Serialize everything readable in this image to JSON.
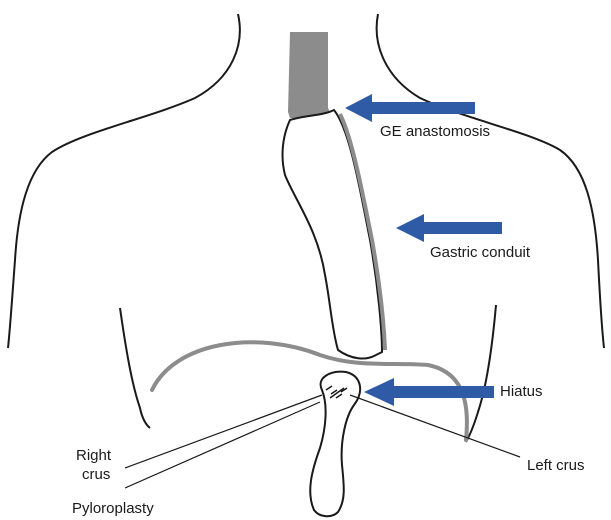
{
  "labels": {
    "ge_anastomosis": "GE anastomosis",
    "gastric_conduit": "Gastric conduit",
    "hiatus": "Hiatus",
    "right_crus_line1": "Right",
    "right_crus_line2": "crus",
    "left_crus": "Left crus",
    "pyloroplasty": "Pyloroplasty"
  },
  "colors": {
    "outline": "#1a1a1a",
    "arrow": "#2e5aa6",
    "esophagus": "#8c8c8c",
    "diaphragm": "#8c8c8c",
    "text": "#1a1a1a"
  }
}
